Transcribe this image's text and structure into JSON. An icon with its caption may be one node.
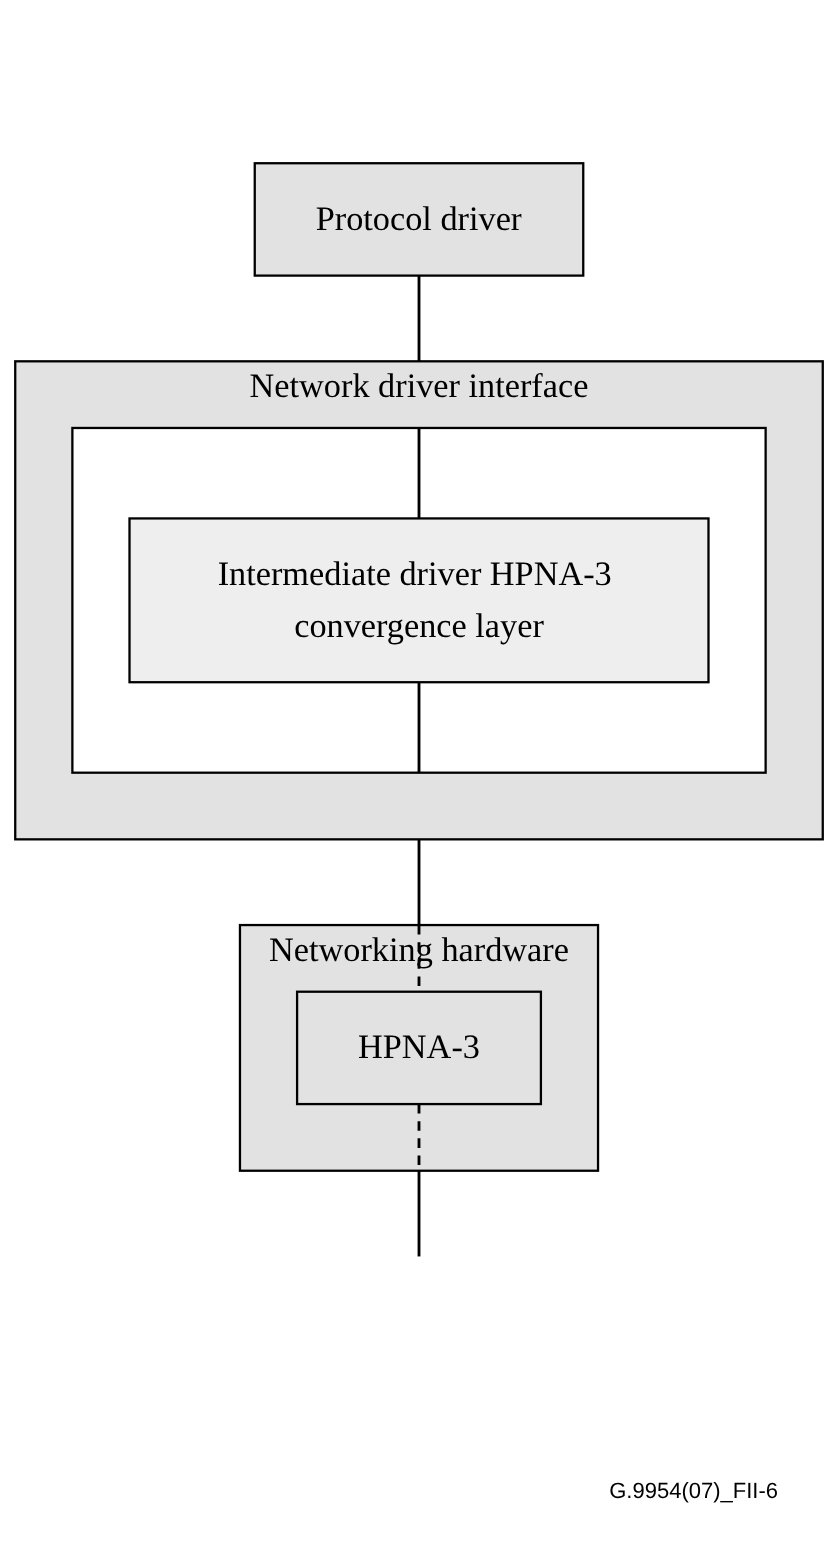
{
  "diagram": {
    "nodes": [
      {
        "text": [
          "Protocol driver"
        ]
      },
      {
        "text": [
          "Network driver interface"
        ]
      },
      {
        "text": [],
        "shape": "box",
        "in": 1
      },
      {
        "text": [
          "Intermediate driver HPNA-3 convergence layer"
        ],
        "in": 2
      },
      {
        "text": [
          "Networking hardware"
        ]
      },
      {
        "text": [
          "HPNA-3"
        ],
        "in": 4
      }
    ],
    "edges": [
      {
        "from": 0,
        "to": 1,
        "arrow": "none"
      },
      {
        "from": 2,
        "to": 3,
        "arrow": "none"
      },
      {
        "from": 3,
        "to": 2,
        "arrow": "none"
      },
      {
        "from": 1,
        "to": 4,
        "arrow": "none"
      },
      {
        "from": 4,
        "to": 5,
        "arrow": "none",
        "style": "dashed"
      },
      {
        "from": 5,
        "to": 4,
        "arrow": "none",
        "style": "dashed"
      },
      {
        "from": 4,
        "to": null,
        "arrow": "none"
      }
    ],
    "labels": [
      "G.9954(07)_FII-6"
    ]
  }
}
